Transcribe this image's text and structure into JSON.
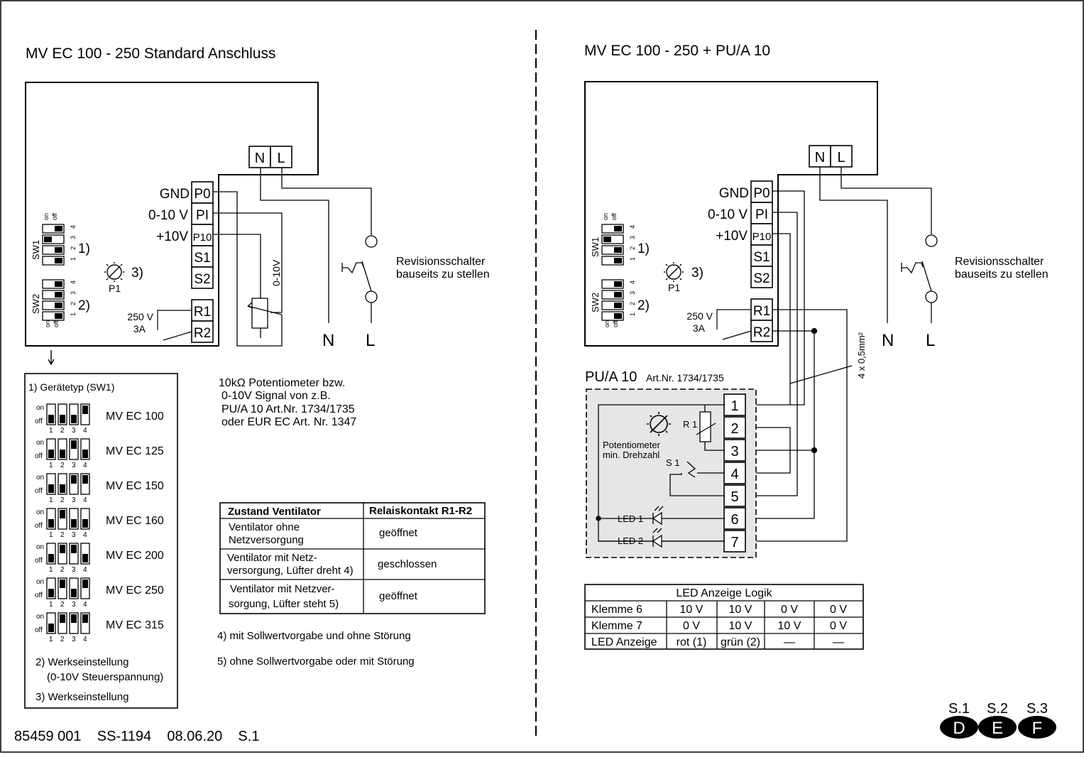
{
  "left": {
    "title": "MV EC 100 - 250 Standard Anschluss",
    "supply_terminals": [
      "N",
      "L"
    ],
    "control_terminals": [
      {
        "label": "GND",
        "terminal": "P0"
      },
      {
        "label": "0-10 V",
        "terminal": "PI"
      },
      {
        "label": "+10V",
        "terminal": "P10"
      },
      {
        "label": "",
        "terminal": "S1"
      },
      {
        "label": "",
        "terminal": "S2"
      }
    ],
    "relay_terminals": [
      "R1",
      "R2"
    ],
    "relay_rating": [
      "250 V",
      "3A"
    ],
    "sw1_label": "SW1",
    "sw2_label": "SW2",
    "note1": "1)",
    "note2": "2)",
    "note3": "3)",
    "p1_label": "P1",
    "sw_on": "on",
    "sw_off": "off",
    "sw_numbers": [
      "1",
      "2",
      "3",
      "4"
    ],
    "signal_label": "0-10V",
    "switch_label": [
      "Revisionsschalter",
      "bauseits zu stellen"
    ],
    "out_n": "N",
    "out_l": "L",
    "pot_note": [
      "10kΩ Potentiometer bzw.",
      "0-10V Signal von z.B.",
      "PU/A 10 Art.Nr. 1734/1735",
      "oder EUR EC Art. Nr. 1347"
    ],
    "legend": {
      "title": "1) Gerätetyp (SW1)",
      "devices": [
        {
          "name": "MV EC 100",
          "switches": [
            false,
            false,
            false,
            true
          ]
        },
        {
          "name": "MV EC 125",
          "switches": [
            false,
            false,
            true,
            false
          ]
        },
        {
          "name": "MV EC 150",
          "switches": [
            false,
            false,
            true,
            true
          ]
        },
        {
          "name": "MV EC 160",
          "switches": [
            false,
            true,
            false,
            false
          ]
        },
        {
          "name": "MV EC 200",
          "switches": [
            false,
            true,
            true,
            false
          ]
        },
        {
          "name": "MV EC 250",
          "switches": [
            false,
            true,
            false,
            true
          ]
        },
        {
          "name": "MV EC 315",
          "switches": [
            false,
            true,
            true,
            true
          ]
        }
      ],
      "note2": [
        "2) Werkseinstellung",
        "(0-10V Steuerspannung)"
      ],
      "note3": "3) Werkseinstellung"
    },
    "relay_table": {
      "headers": [
        "Zustand Ventilator",
        "Relaiskontakt R1-R2"
      ],
      "rows": [
        {
          "state": [
            "Ventilator ohne",
            "Netzversorgung"
          ],
          "contact": "geöffnet"
        },
        {
          "state": [
            "Ventilator mit Netz-",
            "versorgung, Lüfter dreht 4)"
          ],
          "contact": "geschlossen"
        },
        {
          "state": [
            "Ventilator mit Netzver-",
            "sorgung, Lüfter steht 5)"
          ],
          "contact": "geöffnet"
        }
      ]
    },
    "footnote4": "4) mit Sollwertvorgabe und ohne Störung",
    "footnote5": "5) ohne Sollwertvorgabe oder mit Störung",
    "footer": "85459 001    SS-1194    08.06.20    S.1"
  },
  "right": {
    "title": "MV EC 100 - 250 + PU/A 10",
    "cable_label": "4 x 0,5mm²",
    "pua_title": "PU/A 10",
    "pua_art": "Art.Nr. 1734/1735",
    "pua_terminals": [
      "1",
      "2",
      "3",
      "4",
      "5",
      "6",
      "7"
    ],
    "r1_label": "R 1",
    "s1_label": "S 1",
    "pot_label": [
      "Potentiometer",
      "min. Drehzahl"
    ],
    "led1": "LED 1",
    "led2": "LED 2",
    "led_table": {
      "title": "LED Anzeige Logik",
      "rows": [
        {
          "label": "Klemme 6",
          "cells": [
            "10 V",
            "10 V",
            "0 V",
            "0 V"
          ]
        },
        {
          "label": "Klemme 7",
          "cells": [
            "0 V",
            "10 V",
            "10 V",
            "0 V"
          ]
        },
        {
          "label": "LED Anzeige",
          "cells": [
            "rot (1)",
            "grün (2)",
            "—",
            "—"
          ]
        }
      ]
    },
    "pages": [
      {
        "num": "S.1",
        "letter": "D"
      },
      {
        "num": "S.2",
        "letter": "E"
      },
      {
        "num": "S.3",
        "letter": "F"
      }
    ]
  }
}
